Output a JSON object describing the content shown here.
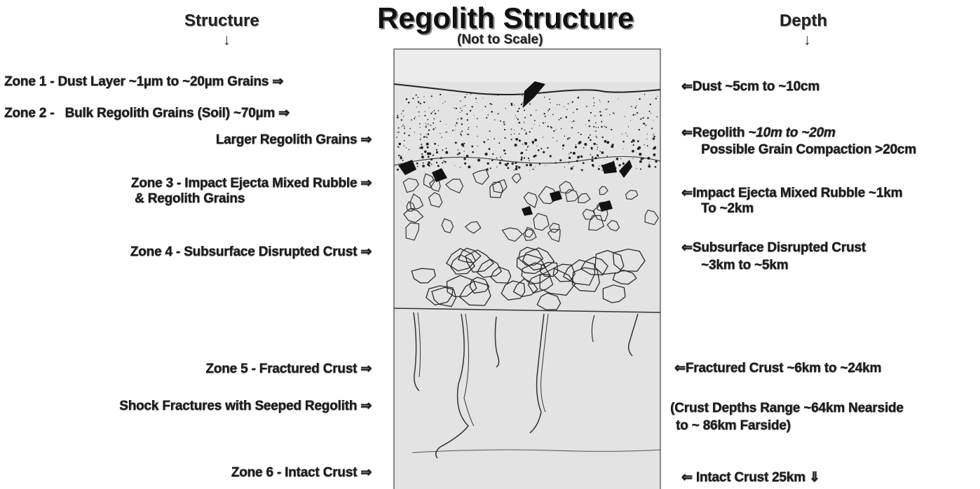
{
  "title": "Regolith Structure",
  "subtitle": "(Not to Scale)",
  "headers": {
    "structure": "Structure",
    "depth": "Depth",
    "down_arrow": "↓"
  },
  "left_labels": [
    "Zone 1 - Dust Layer ~1µm to ~20µm Grains ⇒",
    "Zone 2 -   Bulk Regolith Grains (Soil) ~70µm ⇒",
    "Larger Regolith Grains ⇒",
    "Zone 3 - Impact Ejecta Mixed Rubble ⇒",
    "& Regolith Grains",
    "Zone 4 - Subsurface Disrupted Crust ⇒",
    "Zone 5 - Fractured Crust ⇒",
    "Shock Fractures with Seeped Regolith ⇒",
    "Zone 6 - Intact Crust ⇒"
  ],
  "right_labels": {
    "dust": "⇐Dust ~5cm to ~10cm",
    "regolith_a": "⇐Regolith ",
    "regolith_b": "~10m to ~20m",
    "regolith_c": "Possible Grain Compaction >20cm",
    "ejecta_a": "⇐Impact Ejecta Mixed Rubble ~1km",
    "ejecta_b": "To ~2km",
    "disrupted_a": "⇐Subsurface Disrupted Crust",
    "disrupted_b": "~3km to ~5km",
    "fractured": "⇐Fractured Crust ~6km to ~24km",
    "range_a": "(Crust Depths Range ~64km Nearside",
    "range_b": "to ~ 86km Farside)",
    "intact": "⇐ Intact Crust 25km ⇓"
  }
}
